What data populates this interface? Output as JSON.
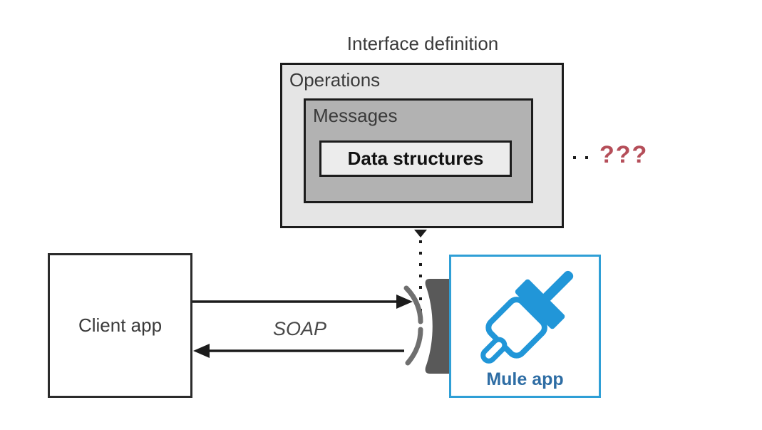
{
  "title": "Interface definition",
  "interface": {
    "operations_label": "Operations",
    "messages_label": "Messages",
    "data_structures_label": "Data structures"
  },
  "unknown_marker": "???",
  "client": {
    "label": "Client app"
  },
  "protocol": {
    "label": "SOAP"
  },
  "mule": {
    "label": "Mule app"
  },
  "icons": {
    "mule_logo": "mule-paint-roller-icon",
    "connector": "soap-endpoint-connector"
  },
  "colors": {
    "line_black": "#1c1c1c",
    "label_dark": "#3a3a3a",
    "operations_fill": "#e5e5e5",
    "messages_fill": "#b2b2b2",
    "data_structures_fill": "#ececec",
    "unknown_red": "#b54e59",
    "connector_gray": "#595959",
    "plug_curve_gray": "#6f6f6f",
    "mule_border": "#2f9fd6",
    "mule_blue": "#2196d8",
    "mule_text": "#2e6da4"
  }
}
